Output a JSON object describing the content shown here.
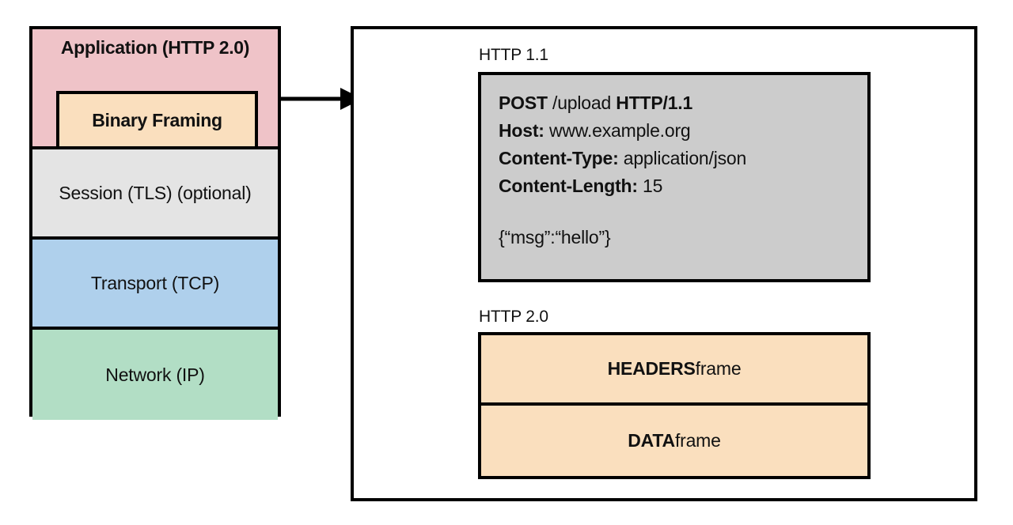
{
  "stack": {
    "name": "protocol-stack",
    "layers": [
      {
        "label": "Application (HTTP 2.0)",
        "color": "#EFC3C8"
      },
      {
        "label": "Binary Framing",
        "color": "#FADFBE"
      },
      {
        "label": "Session (TLS) (optional)",
        "color": "#E4E4E4"
      },
      {
        "label": "Transport (TCP)",
        "color": "#AFD0EC"
      },
      {
        "label": "Network (IP)",
        "color": "#B2DEC5"
      }
    ]
  },
  "panel": {
    "http11": {
      "caption": "HTTP 1.1",
      "request_line": {
        "method": "POST",
        "target": " /upload ",
        "version": "HTTP/1.1"
      },
      "headers": [
        {
          "name": "Host:",
          "value": " www.example.org"
        },
        {
          "name": "Content-Type:",
          "value": " application/json"
        },
        {
          "name": "Content-Length:",
          "value": " 15"
        }
      ],
      "body": "{“msg”:“hello”}",
      "box_color": "#CCCCCC"
    },
    "http20": {
      "caption": "HTTP 2.0",
      "frames": [
        {
          "name": "HEADERS",
          "suffix": " frame"
        },
        {
          "name": "DATA",
          "suffix": " frame"
        }
      ],
      "box_color": "#FADFBE"
    }
  },
  "connectors": {
    "binary_framing_arrow": {
      "name": "black-arrow",
      "color": "#000000"
    },
    "headers_brace_arrow": {
      "name": "orange-brace-arrow",
      "color": "#F5902E"
    },
    "body_arrow": {
      "name": "green-arrow",
      "color": "#1A9B4F"
    }
  }
}
